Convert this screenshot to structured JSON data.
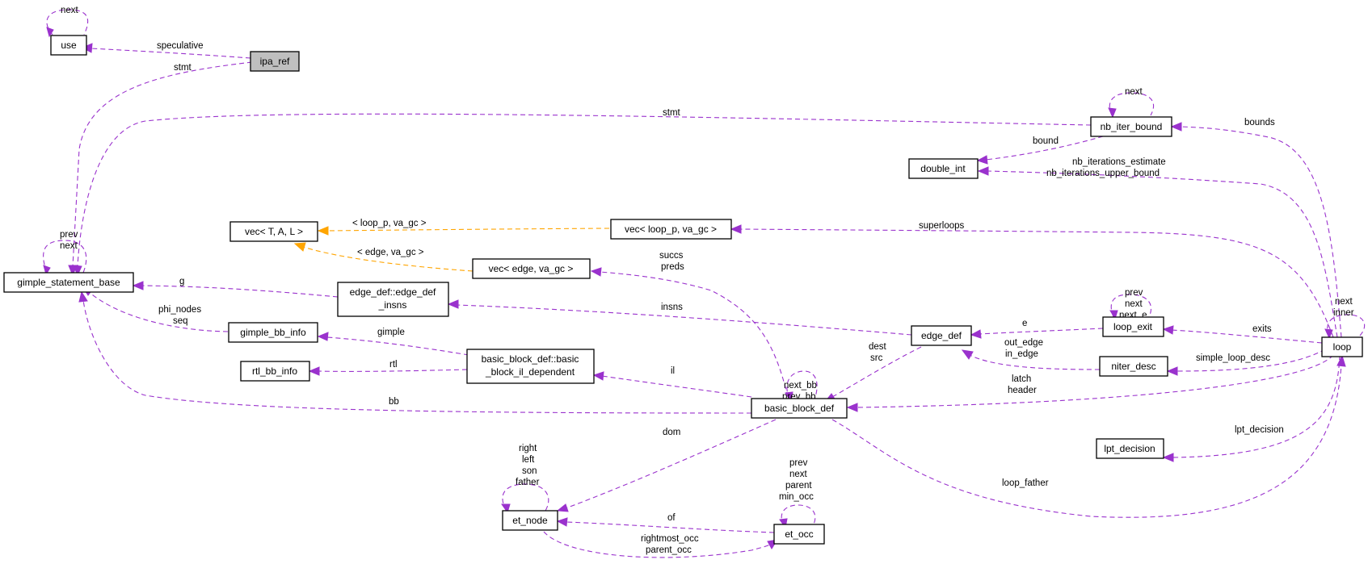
{
  "nodes": {
    "ipa_ref": "ipa_ref",
    "use": "use",
    "gimple_statement_base": "gimple_statement_base",
    "nb_iter_bound": "nb_iter_bound",
    "double_int": "double_int",
    "vec_T_A_L": "vec< T, A, L >",
    "vec_loop_p": "vec< loop_p, va_gc >",
    "vec_edge": "vec< edge, va_gc >",
    "edge_def_insns_1": "edge_def::edge_def",
    "edge_def_insns_2": "_insns",
    "gimple_bb_info": "gimple_bb_info",
    "rtl_bb_info": "rtl_bb_info",
    "bb_il_dep_1": "basic_block_def::basic",
    "bb_il_dep_2": "_block_il_dependent",
    "edge_def": "edge_def",
    "loop_exit": "loop_exit",
    "niter_desc": "niter_desc",
    "loop": "loop",
    "basic_block_def": "basic_block_def",
    "lpt_decision": "lpt_decision",
    "et_node": "et_node",
    "et_occ": "et_occ"
  },
  "edge_labels": {
    "use_next": "next",
    "speculative": "speculative",
    "stmt_ipa": "stmt",
    "stmt_nb": "stmt",
    "gsb_prev": "prev",
    "gsb_next": "next",
    "nb_next": "next",
    "bounds": "bounds",
    "bound": "bound",
    "nb_iter_est": "nb_iterations_estimate",
    "nb_iter_upper": "nb_iterations_upper_bound",
    "superloops": "superloops",
    "loop_p_va_gc": "< loop_p, va_gc >",
    "edge_va_gc": "< edge, va_gc >",
    "succs": "succs",
    "preds": "preds",
    "g": "g",
    "insns": "insns",
    "phi_nodes": "phi_nodes",
    "seq": "seq",
    "gimple": "gimple",
    "rtl": "rtl",
    "il": "il",
    "bb": "bb",
    "next_bb": "next_bb",
    "prev_bb": "prev_bb",
    "dest": "dest",
    "src": "src",
    "le_prev": "prev",
    "le_next": "next",
    "le_next_e": "next_e",
    "e": "e",
    "exits": "exits",
    "loop_next": "next",
    "loop_inner": "inner",
    "out_edge": "out_edge",
    "in_edge": "in_edge",
    "simple_loop_desc": "simple_loop_desc",
    "latch": "latch",
    "header": "header",
    "lpt_decision": "lpt_decision",
    "dom": "dom",
    "loop_father": "loop_father",
    "et_right": "right",
    "et_left": "left",
    "et_son": "son",
    "et_father": "father",
    "occ_prev": "prev",
    "occ_next": "next",
    "occ_parent": "parent",
    "occ_min_occ": "min_occ",
    "of": "of",
    "rightmost_occ": "rightmost_occ",
    "parent_occ": "parent_occ"
  },
  "colors": {
    "member_edge": "#9a32cd",
    "template_edge": "#ffa500",
    "root_node_fill": "#bfbfbf"
  }
}
